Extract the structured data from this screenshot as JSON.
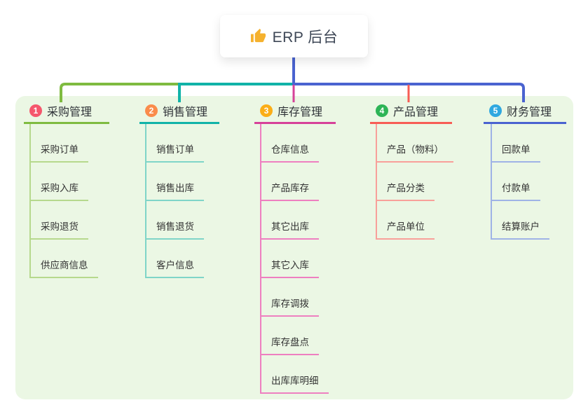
{
  "root": {
    "label": "ERP 后台",
    "icon": "thumbs-up-icon",
    "icon_color": "#f5b12e"
  },
  "colors": {
    "background": "#ffffff",
    "panel_background": "#ebf7e4",
    "root_connector": "#4a63d0",
    "root_text": "#3d4655",
    "branch_text": "#2f3338",
    "child_text": "#333333"
  },
  "branches": [
    {
      "number": "1",
      "label": "采购管理",
      "badge_color": "#f5576c",
      "line_color": "#7fbb40",
      "child_line_color": "#b6d98d",
      "children": [
        "采购订单",
        "采购入库",
        "采购退货",
        "供应商信息"
      ]
    },
    {
      "number": "2",
      "label": "销售管理",
      "badge_color": "#fa8c4b",
      "line_color": "#11b3a8",
      "child_line_color": "#7fd5c8",
      "children": [
        "销售订单",
        "销售出库",
        "销售退货",
        "客户信息"
      ]
    },
    {
      "number": "3",
      "label": "库存管理",
      "badge_color": "#fbae17",
      "line_color": "#d64299",
      "child_line_color": "#ee7fc0",
      "children": [
        "仓库信息",
        "产品库存",
        "其它出库",
        "其它入库",
        "库存调拨",
        "库存盘点",
        "出库库明细"
      ]
    },
    {
      "number": "4",
      "label": "产品管理",
      "badge_color": "#2db456",
      "line_color": "#f75d55",
      "child_line_color": "#f8a09a",
      "children": [
        "产品（物料）",
        "产品分类",
        "产品单位"
      ]
    },
    {
      "number": "5",
      "label": "财务管理",
      "badge_color": "#2fa8e0",
      "line_color": "#4a63d0",
      "child_line_color": "#9fb3e6",
      "children": [
        "回款单",
        "付款单",
        "结算账户"
      ]
    }
  ]
}
